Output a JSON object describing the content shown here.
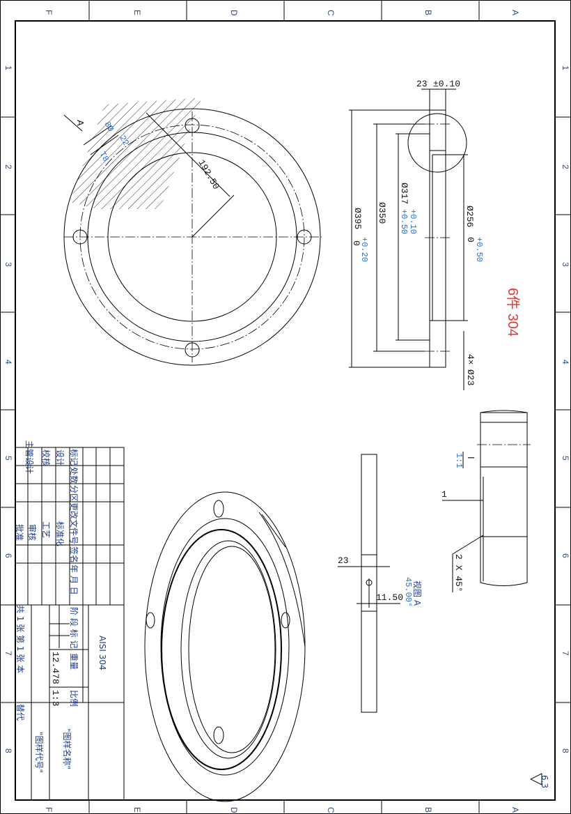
{
  "zones": {
    "columns": [
      "F",
      "E",
      "D",
      "C",
      "B",
      "A"
    ],
    "rows": [
      "1",
      "2",
      "3",
      "4",
      "5",
      "6",
      "7",
      "8"
    ]
  },
  "top_view": {
    "radius_label": "192.50",
    "section_marker": "A",
    "small_dims": [
      "8Ø",
      "22",
      "T8"
    ]
  },
  "section_view": {
    "thickness": "23",
    "thickness_tol": "±0.10",
    "d395": "Ø395",
    "d395_tol_upper": "+0.20",
    "d395_tol_lower": "0",
    "d350": "Ø350",
    "d317": "Ø317",
    "d317_tol_upper": "+0.50",
    "d317_tol_lower": "+0.10",
    "d256": "Ø256",
    "d256_tol_upper": "+0.50",
    "d256_tol_lower": "0",
    "holes": "4×",
    "hole_dia": "Ø23"
  },
  "note_red": "6件 304",
  "side_view": {
    "width": "23",
    "offset": "11.50",
    "view_label": "视图 A",
    "angle": "45.00°"
  },
  "detail_view": {
    "scale_top": "I",
    "scale_bottom": "1:1",
    "step": "1",
    "chamfer": "2 X 45°"
  },
  "roughness": "6.3",
  "title_block": {
    "header_row": [
      "标记",
      "处数",
      "分区",
      "更改文件号",
      "签名",
      "年 月 日"
    ],
    "design": "设计",
    "standardization": "标准化",
    "check": "校核",
    "process": "工艺",
    "chief_design": "主管设计",
    "review": "审核",
    "approve": "批准",
    "stage_mark": "阶 段 标 记",
    "weight_label": "重量",
    "scale_label": "比例",
    "weight": "12.478",
    "scale": "1:3",
    "material": "AISI 304",
    "sheets": "共 1 张 第 1 张 本",
    "replace": "替代",
    "drawing_name": "\"图样名称\"",
    "drawing_code": "\"图样代号\""
  }
}
